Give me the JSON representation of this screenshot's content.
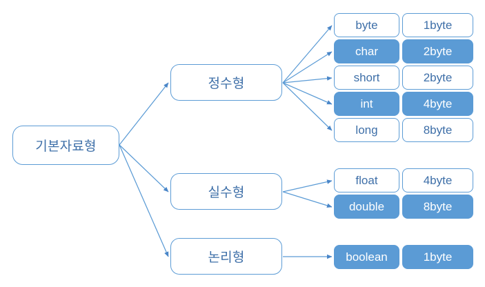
{
  "diagram": {
    "title_text": "기본자료형",
    "theme": {
      "accent": "#5B9BD5",
      "text_blue": "#3E6FA8",
      "fill_white": "#FFFFFF",
      "fill_blue": "#5B9BD5",
      "text_on_blue": "#FFFFFF"
    },
    "root": {
      "label": "기본자료형"
    },
    "categories": [
      {
        "label": "정수형"
      },
      {
        "label": "실수형"
      },
      {
        "label": "논리형"
      }
    ],
    "types": [
      {
        "name": "byte",
        "size": "1byte",
        "highlighted": false,
        "group": "정수형"
      },
      {
        "name": "char",
        "size": "2byte",
        "highlighted": true,
        "group": "정수형"
      },
      {
        "name": "short",
        "size": "2byte",
        "highlighted": false,
        "group": "정수형"
      },
      {
        "name": "int",
        "size": "4byte",
        "highlighted": true,
        "group": "정수형"
      },
      {
        "name": "long",
        "size": "8byte",
        "highlighted": false,
        "group": "정수형"
      },
      {
        "name": "float",
        "size": "4byte",
        "highlighted": false,
        "group": "실수형"
      },
      {
        "name": "double",
        "size": "8byte",
        "highlighted": true,
        "group": "실수형"
      },
      {
        "name": "boolean",
        "size": "1byte",
        "highlighted": true,
        "group": "논리형"
      }
    ]
  }
}
